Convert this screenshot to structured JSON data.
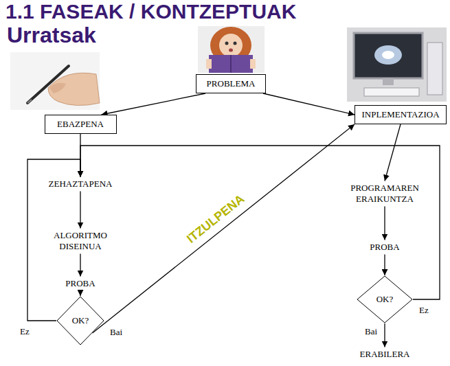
{
  "diagram": {
    "title": "1.1 FASEAK / KONTZEPTUAK",
    "nodes": [
      {
        "text": [
          "PROBLEMA"
        ]
      },
      {
        "text": [
          "EBAZPENA"
        ]
      },
      {
        "text": [
          "INPLEMENTAZIOA"
        ]
      },
      {
        "text": [
          "ZEHAZTAPENA"
        ]
      },
      {
        "text": [
          "ALGORITMO DISEINUA"
        ]
      },
      {
        "text": [
          "PROBA"
        ]
      },
      {
        "text": [
          "OK?"
        ]
      },
      {
        "text": [
          "PROGRAMAREN ERAIKUNTZA"
        ]
      },
      {
        "text": [
          "PROBA"
        ]
      },
      {
        "text": [
          "OK?"
        ]
      },
      {
        "text": [
          "ERABILERA"
        ]
      }
    ],
    "edges": [
      {
        "from": 0,
        "to": 1,
        "arrow": "to"
      },
      {
        "from": 0,
        "to": 2,
        "arrow": "to"
      },
      {
        "from": 1,
        "to": 3,
        "arrow": "to"
      },
      {
        "from": 3,
        "to": 4,
        "arrow": "to"
      },
      {
        "from": 4,
        "to": 5,
        "arrow": "to"
      },
      {
        "from": 5,
        "to": 6,
        "arrow": "to"
      },
      {
        "from": 6,
        "to": 3,
        "label": "Ez",
        "arrow": "to"
      },
      {
        "from": 6,
        "to": 2,
        "label": "ITZULPENA",
        "arrow": "to"
      },
      {
        "from": 2,
        "to": 7,
        "arrow": "to"
      },
      {
        "from": 7,
        "to": 8,
        "arrow": "to"
      },
      {
        "from": 8,
        "to": 9,
        "arrow": "to"
      },
      {
        "from": 9,
        "to": 3,
        "label": "Ez",
        "arrow": "to"
      },
      {
        "from": 9,
        "to": 10,
        "label": "Bai",
        "arrow": "to"
      }
    ],
    "labels": [
      "Urratsak",
      "Bai"
    ]
  }
}
